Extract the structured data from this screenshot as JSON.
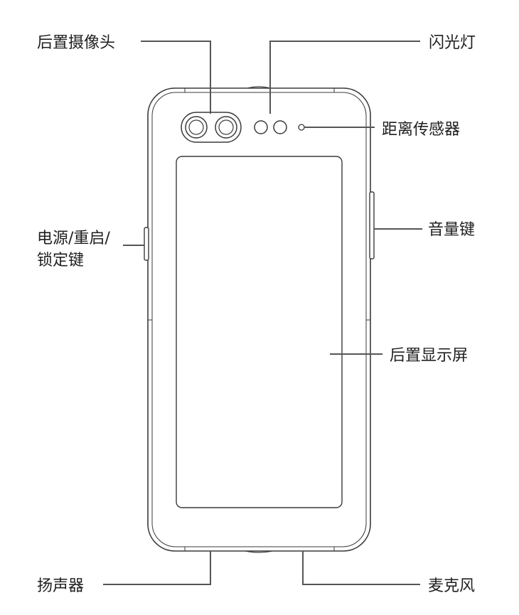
{
  "labels": {
    "rear_camera": "后置摄像头",
    "flash": "闪光灯",
    "proximity_sensor": "距离传感器",
    "volume_keys": "音量键",
    "power_line1": "电源/重启/",
    "power_line2": "锁定键",
    "rear_display": "后置显示屏",
    "speaker": "扬声器",
    "microphone": "麦克风"
  },
  "colors": {
    "outline": "#3a3a3a",
    "leader_line": "#555555",
    "text": "#1f1f1f",
    "background": "#ffffff"
  }
}
